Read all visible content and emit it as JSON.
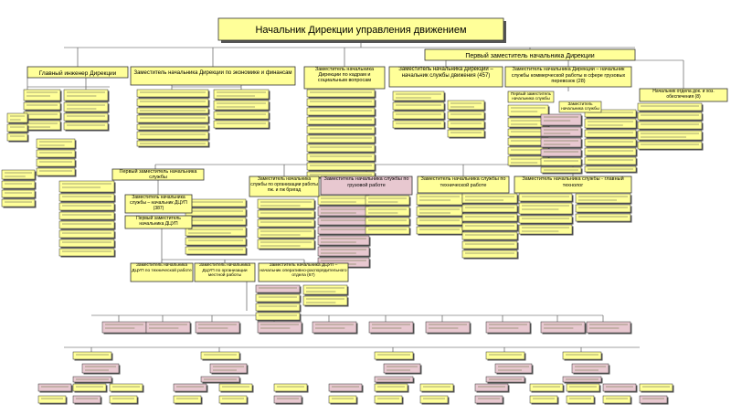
{
  "colors": {
    "yellow": "#ffff99",
    "pink": "#e8c8d0",
    "border": "#333333",
    "shadow": "#555555",
    "line": "#444444",
    "text": "#000000"
  },
  "header": {
    "title": "Начальник Дирекции управления движением"
  },
  "tier1": {
    "first_deputy": "Первый заместитель начальника Дирекции",
    "chief_engineer": "Главный инженер Дирекции",
    "deputy_economics": "Заместитель начальника Дирекции по экономике и финансам",
    "deputy_hr": "Заместитель начальника Дирекции по кадрам и социальным вопросам",
    "deputy_traffic": "Заместитель начальника Дирекции – начальник службы движения (457)",
    "deputy_commercial": "Заместитель начальника Дирекции – начальник службы коммерческой работы в сфере грузовых перевозок (28)",
    "housekeeping": "Начальник отдела док. и хоз. обеспечения (8)"
  },
  "tier2": {
    "first_deputy_service": "Первый заместитель начальника службы",
    "deputy_service": "Заместитель начальника службы",
    "deputy_service_org": "Заместитель начальника службы по организации работы пж. и пж бригад",
    "deputy_service_cargo": "Заместитель начальника службы по грузовой работе",
    "deputy_service_tech": "Заместитель начальника службы по технической работе",
    "deputy_service_chief_tech": "Заместитель начальника службы - главный технолог",
    "deputy_service_dcup": "Заместитель начальника службы – начальник ДЦУП (387)",
    "first_deputy_dcup": "Первый заместитель начальника ДЦУП"
  },
  "tier3": {
    "deputy_dcup_tech": "Заместитель начальника ДЦУП по технической работе",
    "deputy_dcup_local": "Заместитель начальника ДЦУП по организации местной работы",
    "deputy_dcup_ops": "Заместитель начальника ДЦУП – начальник оперативно-распорядительного отдела (67)"
  }
}
